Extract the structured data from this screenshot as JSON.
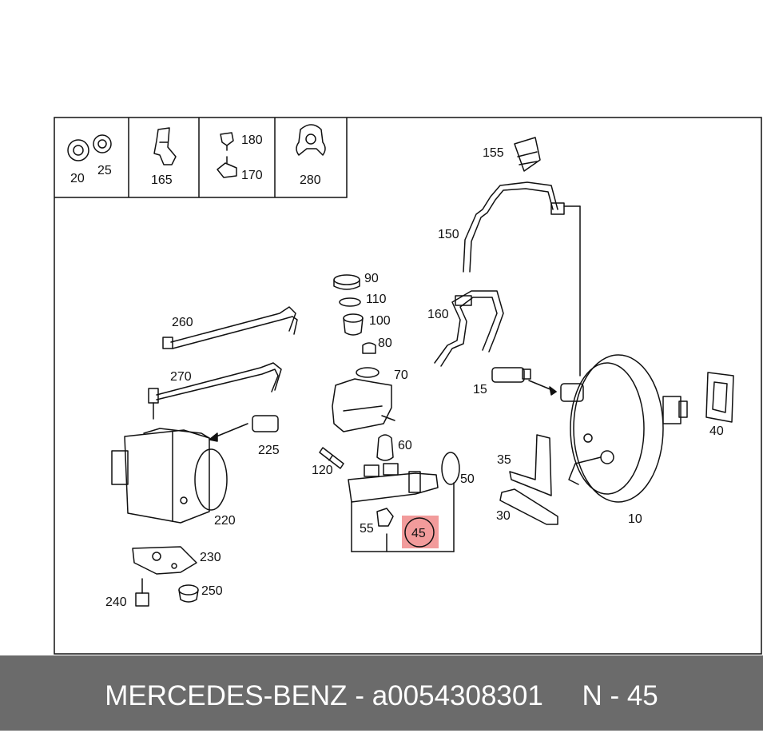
{
  "inset_labels": [
    "20",
    "25",
    "165",
    "180",
    "170",
    "280"
  ],
  "part_labels": [
    "155",
    "150",
    "160",
    "15",
    "90",
    "110",
    "100",
    "80",
    "70",
    "60",
    "120",
    "50",
    "55",
    "45",
    "35",
    "30",
    "40",
    "10",
    "260",
    "270",
    "225",
    "220",
    "230",
    "250",
    "240"
  ],
  "highlight": {
    "label": "45",
    "color": "#f08a8a"
  },
  "footer": {
    "brand": "MERCEDES-BENZ",
    "separator": "-",
    "part_number": "a0054308301",
    "position_prefix": "N -",
    "position": "45"
  },
  "colors": {
    "footer_bg": "#6b6b6b",
    "footer_text": "#ffffff",
    "line": "#111111"
  }
}
